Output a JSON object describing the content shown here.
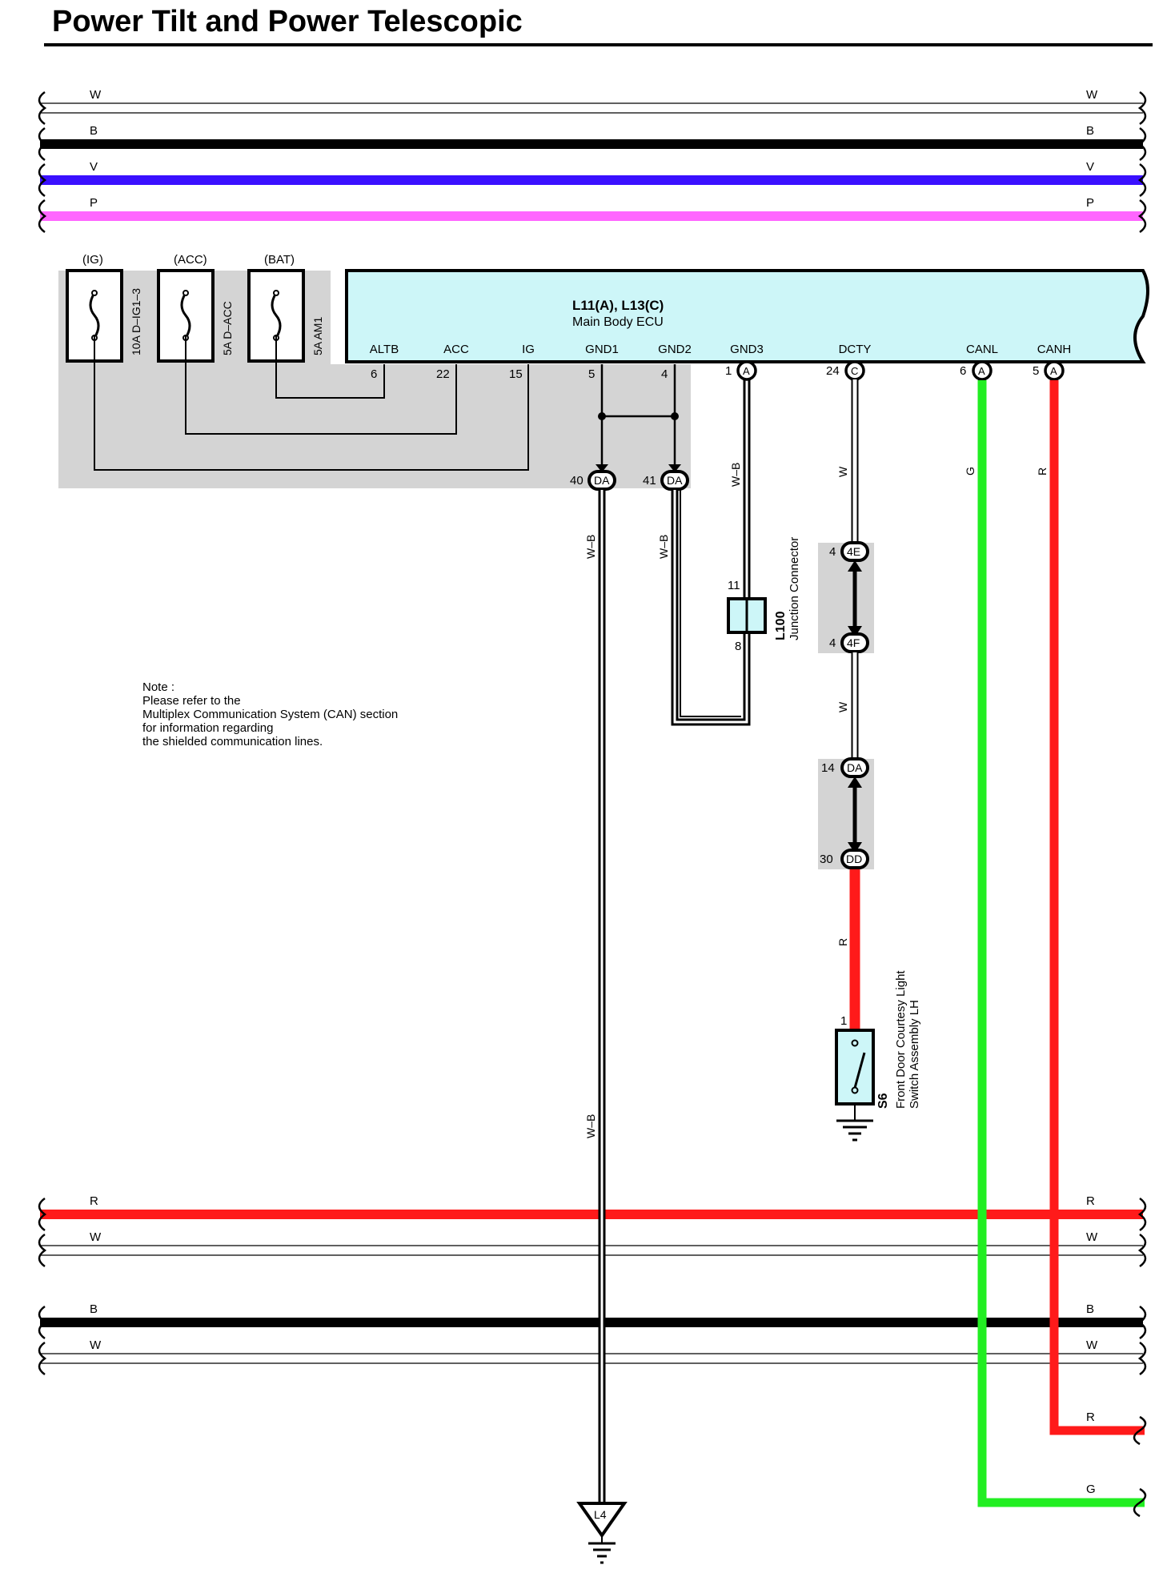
{
  "title": "Power Tilt and Power Telescopic",
  "bus_top": [
    {
      "label": "W",
      "color": "#ffffff"
    },
    {
      "label": "B",
      "color": "#000000"
    },
    {
      "label": "V",
      "color": "#3a10ff"
    },
    {
      "label": "P",
      "color": "#ff66ff"
    }
  ],
  "bus_mid": [
    {
      "label": "R",
      "color": "#ff1a1a"
    },
    {
      "label": "W",
      "color": "#ffffff"
    }
  ],
  "bus_low": [
    {
      "label": "B",
      "color": "#000000"
    },
    {
      "label": "W",
      "color": "#ffffff"
    }
  ],
  "fuses": [
    {
      "source": "(IG)",
      "rating": "10A D–IG1–3"
    },
    {
      "source": "(ACC)",
      "rating": "5A D–ACC"
    },
    {
      "source": "(BAT)",
      "rating": "5A AM1"
    }
  ],
  "ecu": {
    "code": "L11(A), L13(C)",
    "name": "Main Body ECU",
    "terminals": [
      {
        "name": "ALTB",
        "pin": "6",
        "connector": ""
      },
      {
        "name": "ACC",
        "pin": "22",
        "connector": ""
      },
      {
        "name": "IG",
        "pin": "15",
        "connector": ""
      },
      {
        "name": "GND1",
        "pin": "5",
        "connector": ""
      },
      {
        "name": "GND2",
        "pin": "4",
        "connector": ""
      },
      {
        "name": "GND3",
        "pin": "1",
        "connector": "A"
      },
      {
        "name": "DCTY",
        "pin": "24",
        "connector": "C"
      },
      {
        "name": "CANL",
        "pin": "6",
        "connector": "A"
      },
      {
        "name": "CANH",
        "pin": "5",
        "connector": "A"
      }
    ]
  },
  "connectors": {
    "da40": {
      "pin": "40",
      "code": "DA"
    },
    "da41": {
      "pin": "41",
      "code": "DA"
    },
    "c4e": {
      "pin": "4",
      "code": "4E"
    },
    "c4f": {
      "pin": "4",
      "code": "4F"
    },
    "da14": {
      "pin": "14",
      "code": "DA"
    },
    "dd30": {
      "pin": "30",
      "code": "DD"
    }
  },
  "wire_labels": {
    "gnd1": "W–B",
    "gnd2": "W–B",
    "gnd3": "W–B",
    "gnd1_lower": "W–B",
    "dcty_upper": "W",
    "dcty_mid": "W",
    "dcty_lower": "R",
    "canl": "G",
    "canh": "R"
  },
  "junction": {
    "code": "L100",
    "name": "Junction Connector",
    "pin_top": "11",
    "pin_bottom": "8"
  },
  "switch": {
    "code": "S6",
    "name_line1": "Front Door Courtesy Light",
    "name_line2": "Switch Assembly LH",
    "pin": "1"
  },
  "ground": {
    "code": "L4"
  },
  "exits": [
    {
      "label": "R",
      "color": "#ff1a1a"
    },
    {
      "label": "G",
      "color": "#22ee22"
    }
  ],
  "note": [
    "Note :",
    "Please refer to the",
    "Multiplex Communication System (CAN) section",
    "for information regarding",
    "the shielded communication lines."
  ],
  "colors": {
    "ecu_fill": "#cdf6f8",
    "module_shade": "#d4d4d4",
    "violet": "#3a10ff",
    "pink": "#ff66ff",
    "red": "#ff1a1a",
    "green": "#22ee22"
  }
}
